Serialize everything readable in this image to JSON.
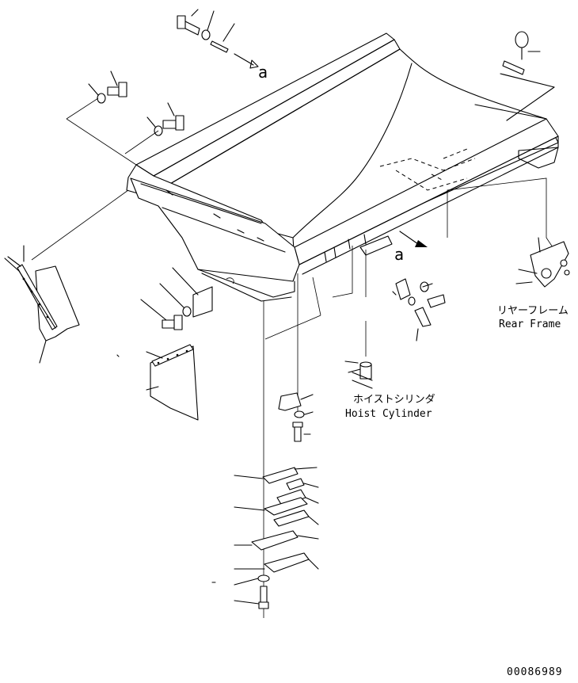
{
  "arrow_labels": [
    "a",
    "a"
  ],
  "callouts": {
    "rear_frame_jp": "リヤーフレーム",
    "rear_frame_en": "Rear Frame",
    "hoist_cylinder_jp": "ホイストシリンダ",
    "hoist_cylinder_en": "Hoist Cylinder"
  },
  "drawing_number": "00086989"
}
